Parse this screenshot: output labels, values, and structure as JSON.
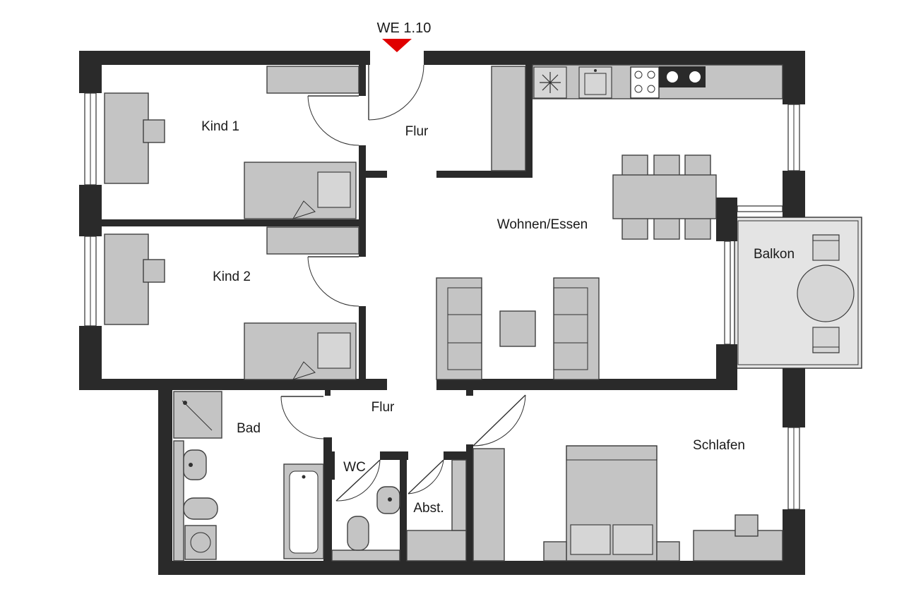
{
  "unit_label": "WE 1.10",
  "colors": {
    "entrance_marker": "#e00000",
    "walls": "#2a2a2a",
    "furniture": "#c4c4c4",
    "balcony": "#e4e4e4"
  },
  "rooms": {
    "kind1": "Kind 1",
    "kind2": "Kind 2",
    "flur_top": "Flur",
    "flur_bottom": "Flur",
    "wohnen": "Wohnen/Essen",
    "balkon": "Balkon",
    "bad": "Bad",
    "wc": "WC",
    "abst": "Abst.",
    "schlafen": "Schlafen"
  }
}
